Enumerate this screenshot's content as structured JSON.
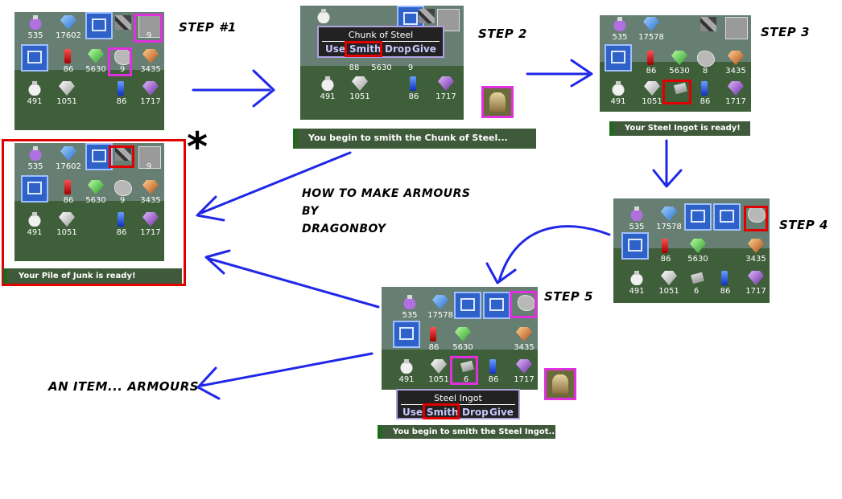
{
  "labels": {
    "step1": "STEP #1",
    "step2": "STEP 2",
    "step3": "STEP 3",
    "step4": "STEP 4",
    "step5": "STEP 5",
    "asterisk": "*",
    "title_line1": "HOW TO MAKE ARMOURS",
    "title_line2": "BY",
    "title_line3": "DRAGONBOY",
    "result": "AN ITEM... ARMOURS"
  },
  "messages": {
    "step2": "You begin to smith the Chunk of Steel...",
    "step3": "Your Steel Ingot is ready!",
    "junk": "Your Pile of Junk is ready!",
    "step5": "You begin to smith the Steel Ingot..."
  },
  "menus": {
    "chunk": {
      "title": "Chunk of Steel",
      "items": [
        "Use",
        "Smith",
        "Drop",
        "Give"
      ]
    },
    "ingot": {
      "title": "Steel Ingot",
      "items": [
        "Use",
        "Smith",
        "Drop",
        "Give"
      ]
    }
  },
  "panels": {
    "step1": {
      "counts": [
        "535",
        "17602",
        "9",
        "86",
        "5630",
        "9",
        "3435",
        "491",
        "1051",
        "86",
        "1717"
      ]
    },
    "step2": {
      "counts": [
        "88",
        "5630",
        "9",
        "491",
        "1051",
        "86",
        "1717"
      ]
    },
    "step3": {
      "counts": [
        "535",
        "17578",
        "86",
        "5630",
        "8",
        "3435",
        "491",
        "1051",
        "86",
        "1717"
      ]
    },
    "junk": {
      "counts": [
        "535",
        "17602",
        "9",
        "86",
        "5630",
        "9",
        "3435",
        "491",
        "1051",
        "86",
        "1717"
      ]
    },
    "step4": {
      "counts": [
        "535",
        "17578",
        "86",
        "5630",
        "3435",
        "491",
        "1051",
        "6",
        "86",
        "1717"
      ]
    },
    "step5": {
      "counts": [
        "535",
        "17578",
        "86",
        "5630",
        "3435",
        "491",
        "1051",
        "6",
        "86",
        "1717"
      ]
    }
  },
  "colors": {
    "arrow": "#1f27e8",
    "highlight_pink": "#e030e0",
    "highlight_red": "#e00000"
  }
}
